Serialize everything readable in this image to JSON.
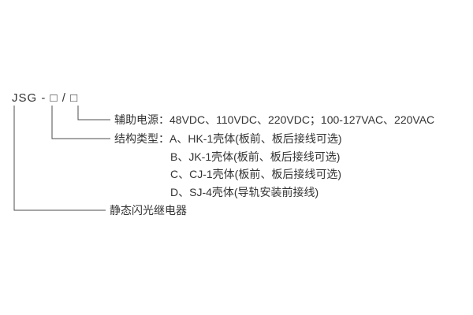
{
  "diagram": {
    "model_code": "JSG - □ / □",
    "labels": {
      "aux_power": "辅助电源：48VDC、110VDC、220VDC；100-127VAC、220VAC",
      "structure_type": "结构类型：A、HK-1壳体(板前、板后接线可选)",
      "structure_b": "B、JK-1壳体(板前、板后接线可选)",
      "structure_c": "C、CJ-1壳体(板前、板后接线可选)",
      "structure_d": "D、SJ-4壳体(导轨安装前接线)",
      "product_name": "静态闪光继电器"
    },
    "colors": {
      "text": "#333333",
      "line": "#4d4d4d",
      "background": "#ffffff"
    }
  }
}
